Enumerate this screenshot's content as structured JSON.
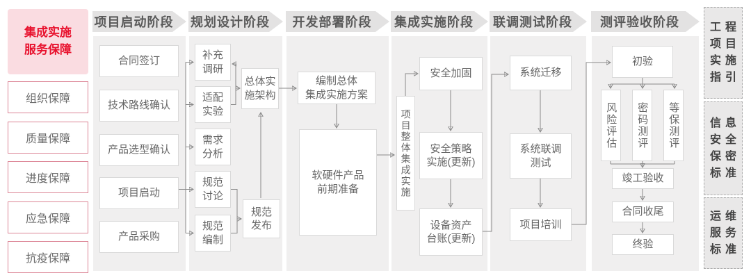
{
  "left_sidebar": {
    "highlight_label": "集成实施\n服务保障",
    "items": [
      "组织保障",
      "质量保障",
      "进度保障",
      "应急保障",
      "抗疫保障"
    ]
  },
  "phase_headers": [
    "项目启动阶段",
    "规划设计阶段",
    "开发部署阶段",
    "集成实施阶段",
    "联调测试阶段",
    "测评验收阶段"
  ],
  "flow": {
    "startup": [
      "合同签订",
      "技术路线确认",
      "产品选型确认",
      "项目启动",
      "产品采购"
    ],
    "planning": {
      "steps": [
        "补充\n调研",
        "适配\n实验",
        "需求\n分析",
        "规范\n讨论",
        "规范\n编制"
      ],
      "overall_arch": "总体实\n施架构",
      "spec_release": "规范\n发布"
    },
    "development": {
      "plan": "编制总体\n集成实施方案",
      "preparation": "软硬件产品\n前期准备"
    },
    "integration": {
      "vertical_label": "项目整体集成实施",
      "steps": [
        "安全加固",
        "安全策略\n实施(更新)",
        "设备资产\n台账(更新)"
      ]
    },
    "testing": {
      "steps": [
        "系统迁移",
        "系统联调\n测试",
        "项目培训"
      ]
    },
    "acceptance": {
      "initial": "初验",
      "evaluations": [
        "风险评估",
        "密码测评",
        "等保测评"
      ],
      "completion": "竣工验收",
      "contract_close": "合同收尾",
      "final": "终验"
    }
  },
  "right_sidebar": [
    "工程\n项目\n实施\n指引",
    "信息\n安全\n保密\n标准",
    "运维\n服务\n标准"
  ],
  "colors": {
    "accent_red": "#e8112d",
    "pink_bg": "#fadce1",
    "pink_border": "#dc8495",
    "panel_gray": "#f0efef",
    "header_gray": "#e3e2e2",
    "box_border": "#d9d9d9",
    "line_gray": "#8a8a8a",
    "text_gray": "#666666",
    "header_text": "#595959"
  }
}
